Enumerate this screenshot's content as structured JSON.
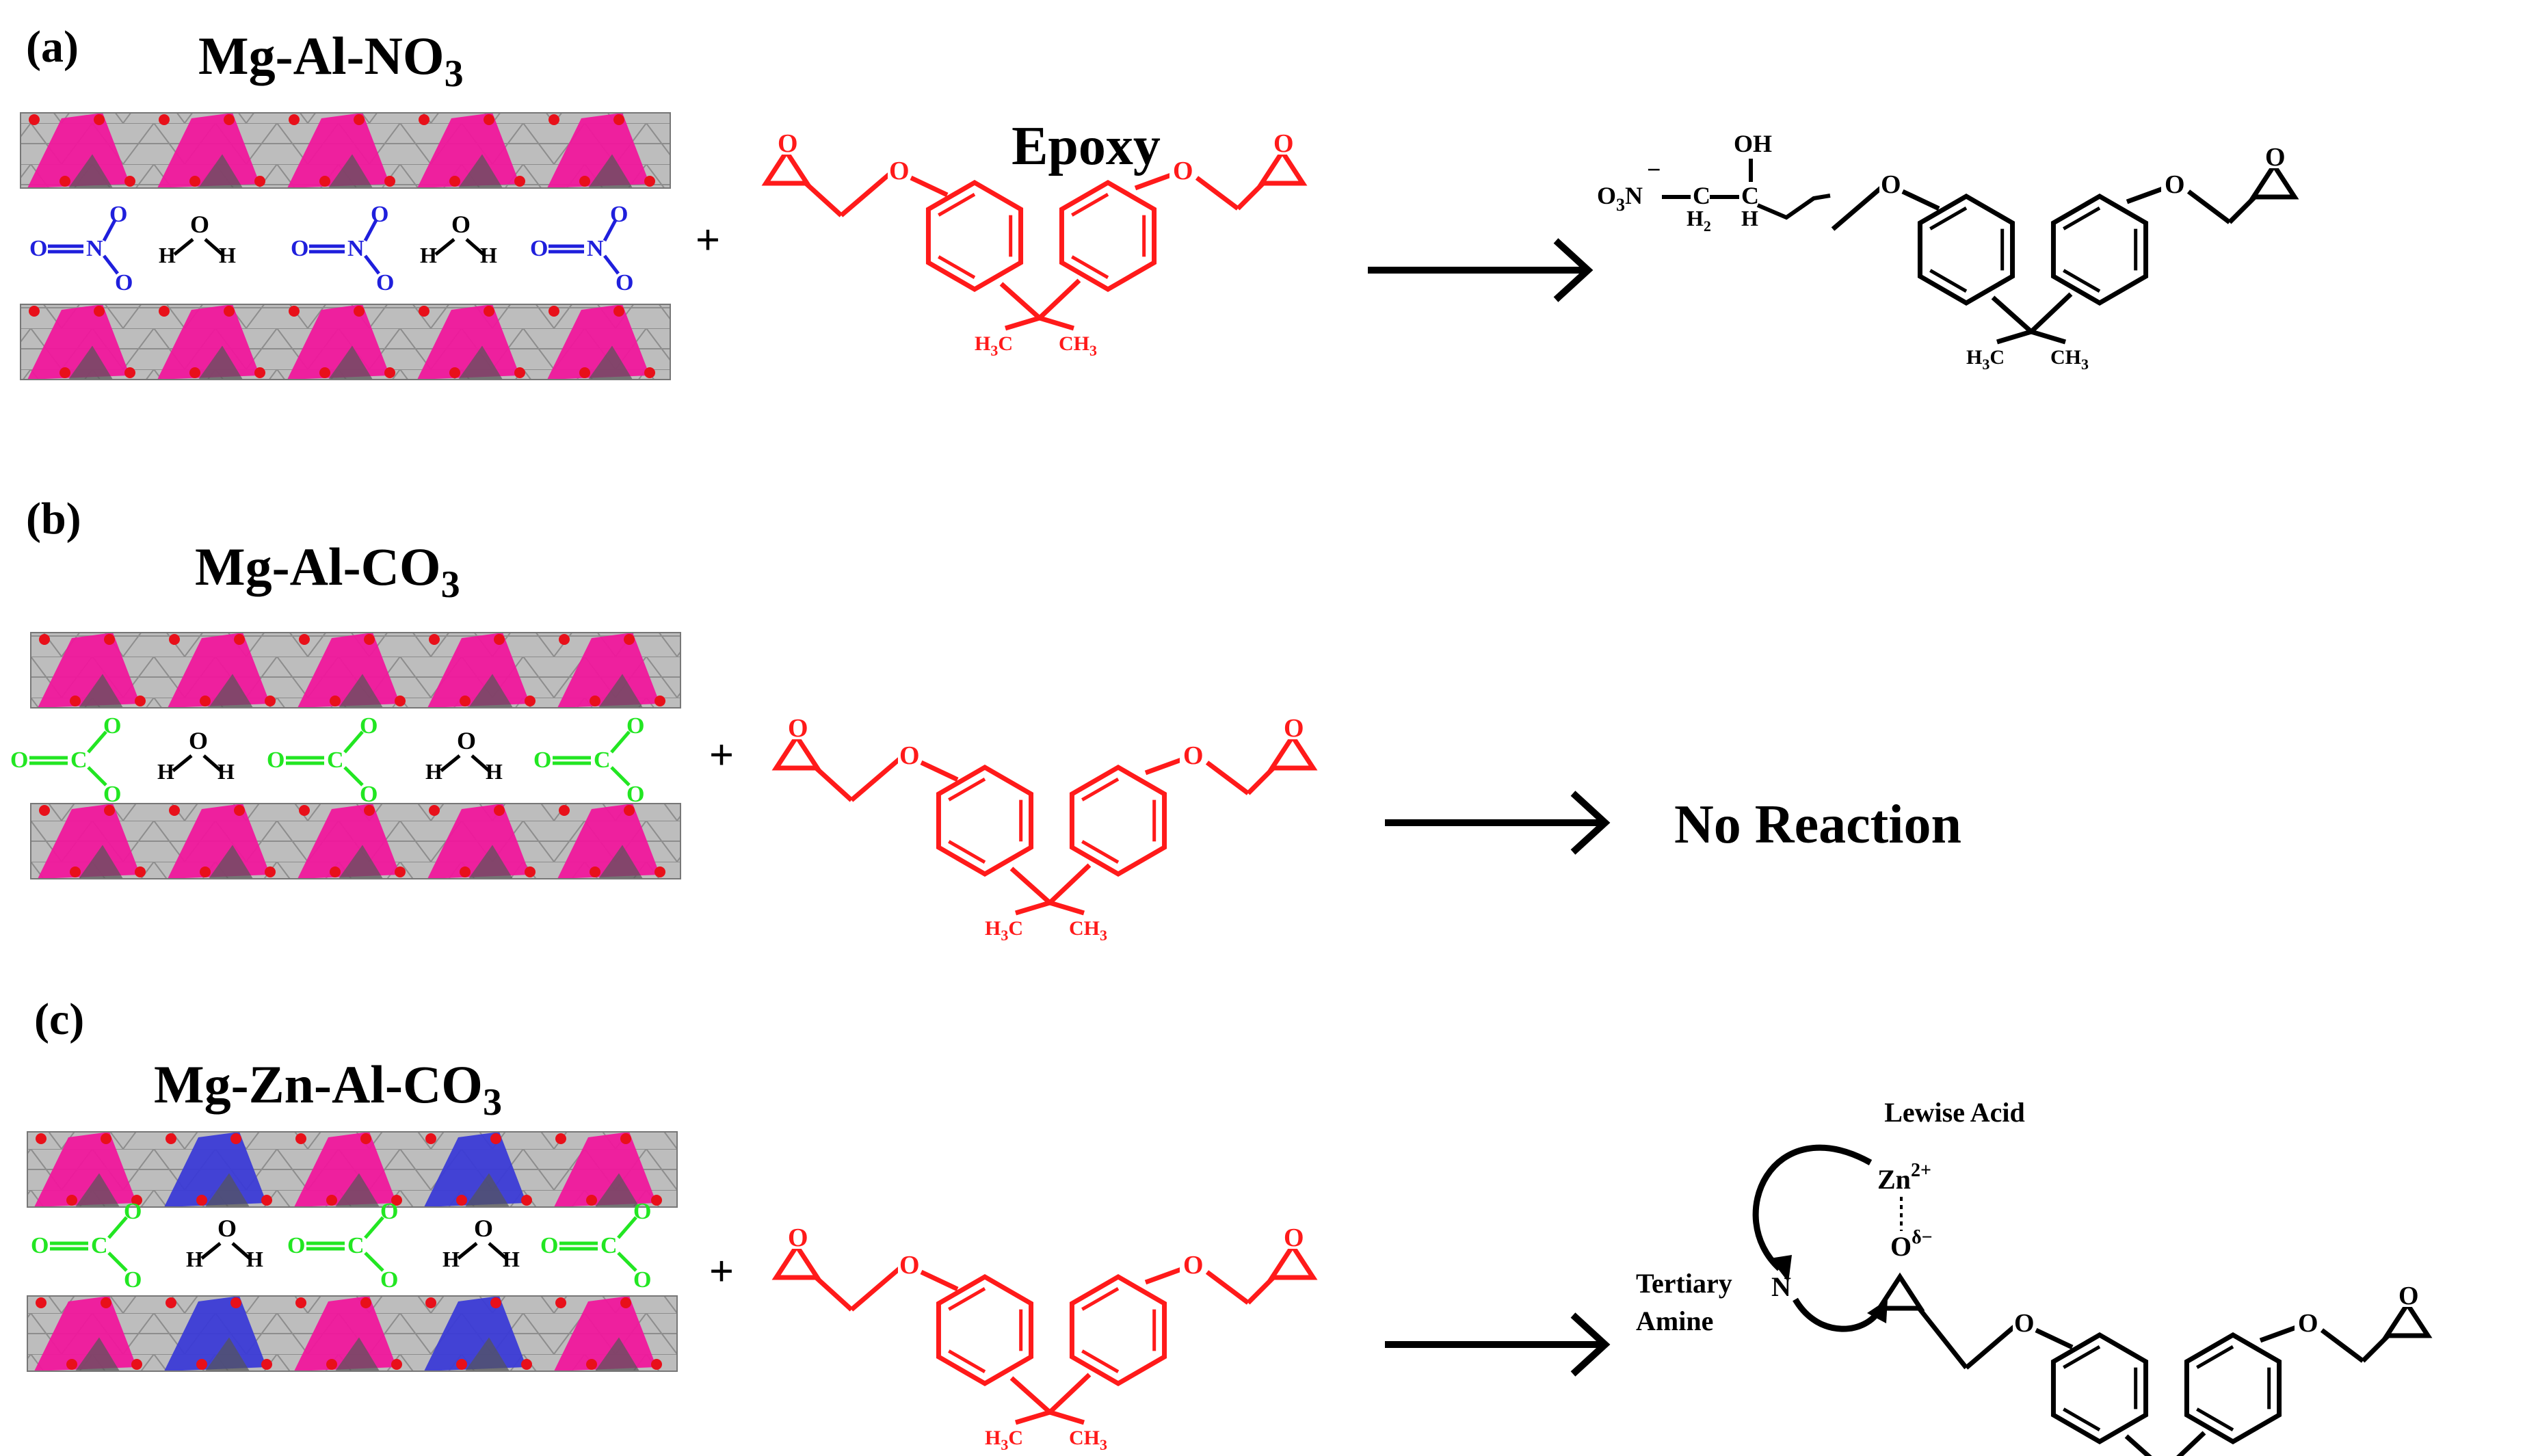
{
  "colors": {
    "epoxy": "#ff1a1a",
    "product": "#000000",
    "nitrate": "#1f1fdc",
    "carbonate": "#22e622",
    "water": "#000000",
    "layer_gray": "#b8b8b8",
    "layer_magenta": "#f0179c",
    "layer_blue": "#3b3bd6",
    "layer_red_dot": "#e8101a"
  },
  "panel_a": {
    "letter": "(a)",
    "ldh_name": "Mg-Al-NO",
    "ldh_sub": "3",
    "reagent_label": "Epoxy",
    "product": {
      "oh": "OH",
      "no3_label": "O",
      "no3_sub": "3",
      "no3_n": "N",
      "charge": "−",
      "c1": "C",
      "h2": "H",
      "h2_sub": "2",
      "c2": "C",
      "h": "H"
    }
  },
  "panel_b": {
    "letter": "(b)",
    "ldh_name": "Mg-Al-CO",
    "ldh_sub": "3",
    "result": "No Reaction"
  },
  "panel_c": {
    "letter": "(c)",
    "ldh_name": "Mg-Zn-Al-CO",
    "ldh_sub": "3",
    "lewis_acid": "Lewise Acid",
    "zn": "Zn",
    "zn_charge": "2+",
    "oxygen": "O",
    "delta": "δ−",
    "amine_line1": "Tertiary",
    "amine_line2": "Amine",
    "nitrogen": "N"
  },
  "common": {
    "plus": "+",
    "oxygen": "O",
    "h3c": "H",
    "ch3": "CH",
    "methyl_sub": "3",
    "methyl_c": "C",
    "water_o": "O",
    "water_h": "H",
    "nitrate_n": "N",
    "carbonate_c": "C"
  }
}
